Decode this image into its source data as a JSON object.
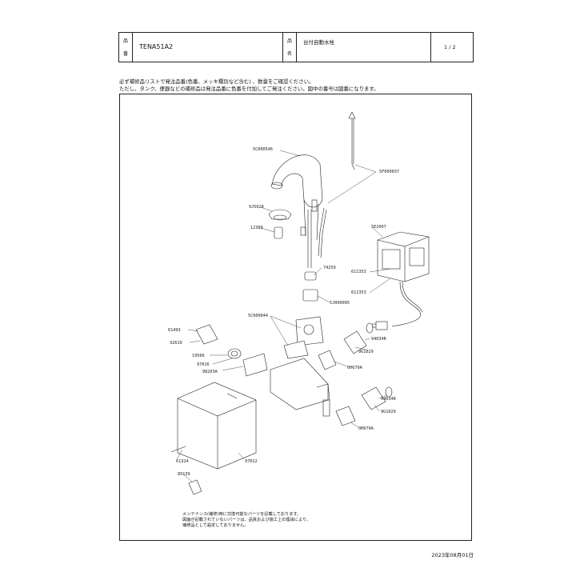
{
  "header": {
    "label_hin": "品",
    "label_ban": "番",
    "part_number": "TENA51A2",
    "label_hin2": "品",
    "label_mei": "名",
    "product_name": "台付自動水栓",
    "page": "1 / 2"
  },
  "notes": [
    "必ず補修品リストで発注品番(色番、メッキ種別など含む) 、数量をご確認ください。",
    "ただし、タンク、便器などの補修品は発注品番に色番を付加してご発注ください。図中の番号は図番になります。"
  ],
  "parts": {
    "p1": "5C000546",
    "p2": "5F000037",
    "p3": "9J5028",
    "p4": "12389",
    "p5": "5E2007",
    "p6": "74259",
    "p7": "611353",
    "p8": "611353",
    "p9": "5J000095",
    "p10": "5C000044",
    "p11": "61493",
    "p12": "32619",
    "p13": "19566",
    "p14": "97016",
    "p15": "94034R",
    "p16": "9G1029",
    "p17": "98203A",
    "p18": "0H679A",
    "p19": "94034R",
    "p20": "9G1029",
    "p21": "0H679A",
    "p22": "61324",
    "p23": "97022",
    "p24": "85139"
  },
  "footnote": [
    "メンテナンス(補修)時に交換可能なパーツを記載しております。",
    "図面が記載されていないパーツは、品質および施工上の理由により、",
    "補修品として設定しておりません。"
  ],
  "date": "2023年08月01日"
}
